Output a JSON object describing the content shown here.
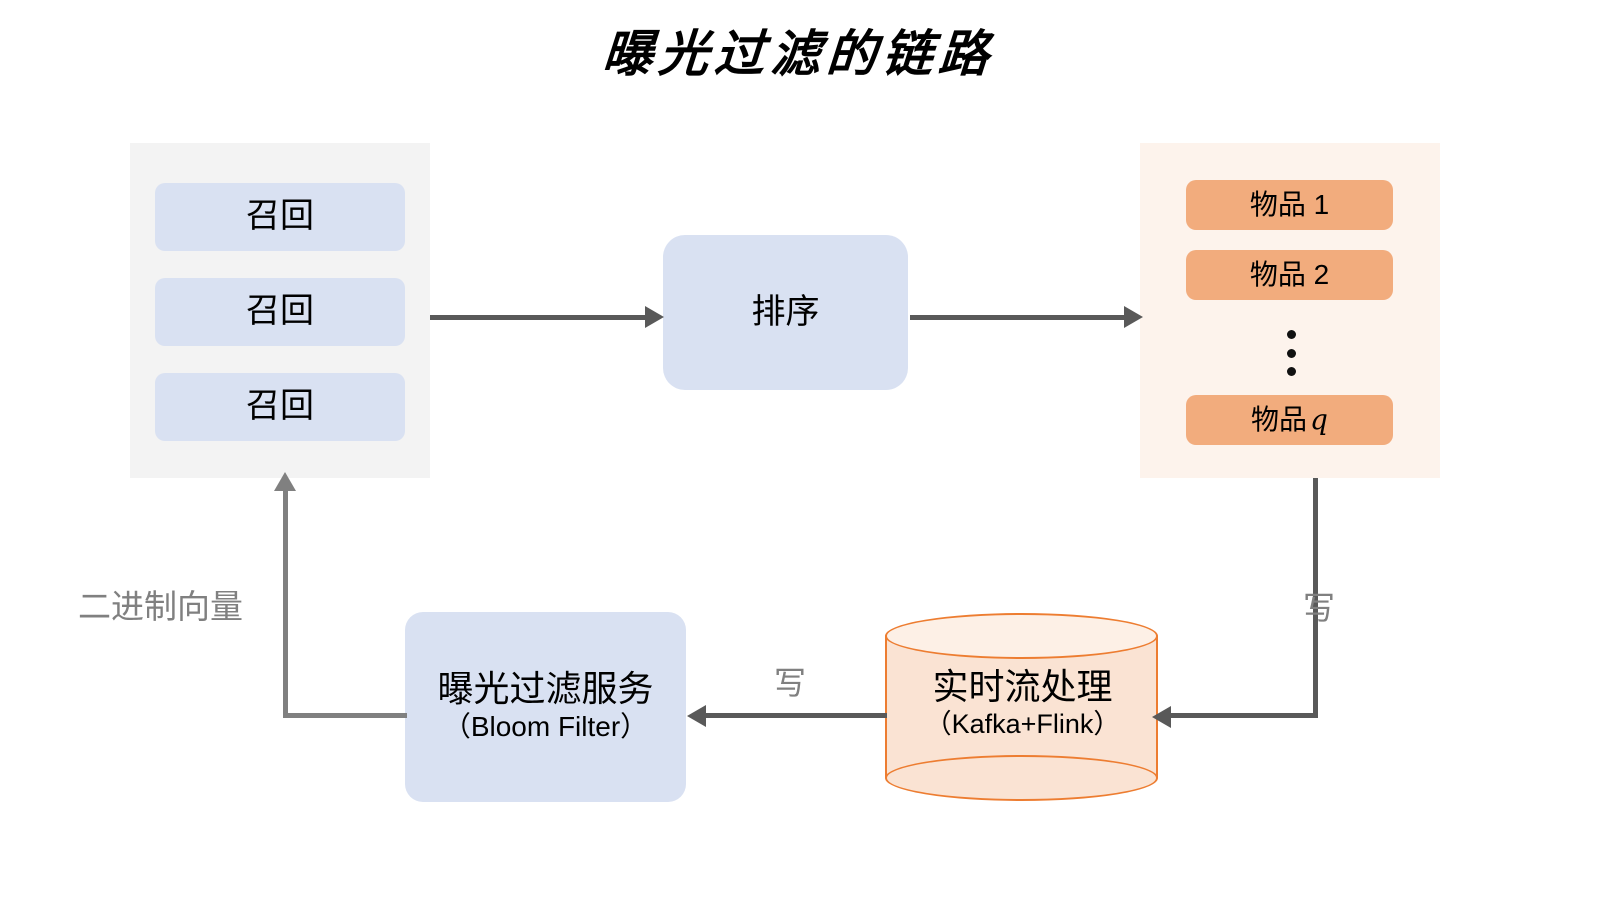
{
  "title": "曝光过滤的链路",
  "colors": {
    "blue_box": "#d9e1f2",
    "orange_box": "#f2ac7d",
    "recall_panel_bg": "#f3f3f3",
    "items_panel_bg": "#fdf3ec",
    "cylinder_border": "#ed7d31",
    "cylinder_fill": "#fae3d3",
    "arrow": "#595959",
    "feedback_arrow": "#808080",
    "label_text": "#808080"
  },
  "recall_panel": {
    "boxes": [
      {
        "label": "召回"
      },
      {
        "label": "召回"
      },
      {
        "label": "召回"
      }
    ]
  },
  "rank_node": {
    "label": "排序"
  },
  "items_panel": {
    "items": [
      {
        "label": "物品 1"
      },
      {
        "label": "物品 2"
      }
    ],
    "ellipsis": "⋮",
    "last_item": {
      "prefix": "物品 ",
      "index": "q"
    }
  },
  "bloom_node": {
    "title": "曝光过滤服务",
    "subtitle": "（Bloom Filter）"
  },
  "stream_node": {
    "title": "实时流处理",
    "subtitle": "（Kafka+Flink）"
  },
  "edge_labels": {
    "binary_vector": "二进制向量",
    "write_middle": "写",
    "write_right": "写"
  }
}
